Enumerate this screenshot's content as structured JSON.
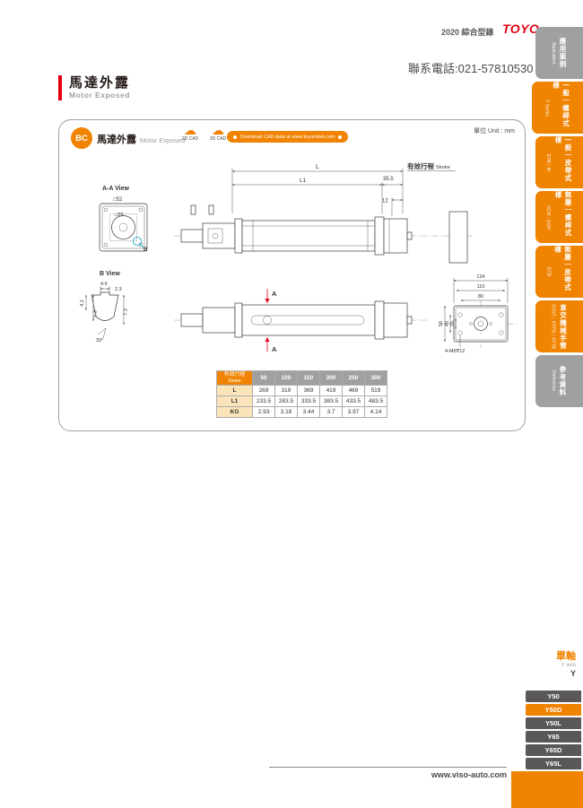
{
  "header": {
    "catalog": "2020 綜合型錄",
    "brand": "TOYO",
    "phone": "聯系電話:021-57810530"
  },
  "page_title": {
    "zh": "馬達外露",
    "en": "Motor Exposed"
  },
  "sidebar": {
    "tabs": [
      {
        "zh": "應用案例",
        "en": "Application"
      },
      {
        "zh": "一般｜螺桿式樣",
        "en": "Y Series"
      },
      {
        "zh": "一般｜皮帶式樣",
        "en": "ETB｜M"
      },
      {
        "zh": "無塵｜螺桿式樣",
        "en": "GCH｜ECH"
      },
      {
        "zh": "無塵｜皮帶式樣",
        "en": "ECB"
      },
      {
        "zh": "直交機械手臂",
        "en": "XYGT｜XYTH｜XYTB"
      },
      {
        "zh": "參考資料",
        "en": "Reference"
      }
    ]
  },
  "content": {
    "code": "BC",
    "title_zh": "馬達外露",
    "title_en": "Motor Exposed",
    "cad_2d": "2D CAD",
    "cad_3d": "3D CAD",
    "cloud_icon": "☁",
    "download": "Download CAD data at www.toyorobot.com",
    "unit": "單位 Unit : mm"
  },
  "drawing": {
    "aa_view": "A-A View",
    "b_view": "B View",
    "sq52": "□52",
    "sq29": "□29",
    "b_ref": "B",
    "d46": "4.6",
    "d23": "2.3",
    "d42": "4.2",
    "d53": "5.3",
    "d73": "7.3",
    "a33": "33°",
    "L": "L",
    "L1": "L1",
    "d355": "35.5",
    "d12": "12",
    "stroke_zh": "有效行程",
    "stroke_en": "Stroke",
    "sec_a": "A",
    "d124": "124",
    "d110": "110",
    "d80": "80",
    "d50": "50",
    "d40": "40",
    "d25": "25",
    "m6": "4-M6∇12"
  },
  "table": {
    "header_zh": "有效行程",
    "header_en": "Stroke",
    "columns": [
      "50",
      "100",
      "150",
      "200",
      "250",
      "300"
    ],
    "rows": [
      {
        "label": "L",
        "values": [
          "269",
          "319",
          "369",
          "419",
          "469",
          "519"
        ]
      },
      {
        "label": "L1",
        "values": [
          "233.5",
          "283.5",
          "333.5",
          "383.5",
          "433.5",
          "483.5"
        ]
      },
      {
        "label": "KG",
        "values": [
          "2.93",
          "3.18",
          "3.44",
          "3.7",
          "3.97",
          "4.14"
        ]
      }
    ]
  },
  "axis_nav": {
    "zh": "單軸",
    "en": "Y axis",
    "code": "Y",
    "items": [
      "Y50",
      "Y50D",
      "Y50L",
      "Y65",
      "Y65D",
      "Y65L"
    ],
    "active": "Y50D"
  },
  "footer": {
    "url": "www.viso-auto.com"
  }
}
